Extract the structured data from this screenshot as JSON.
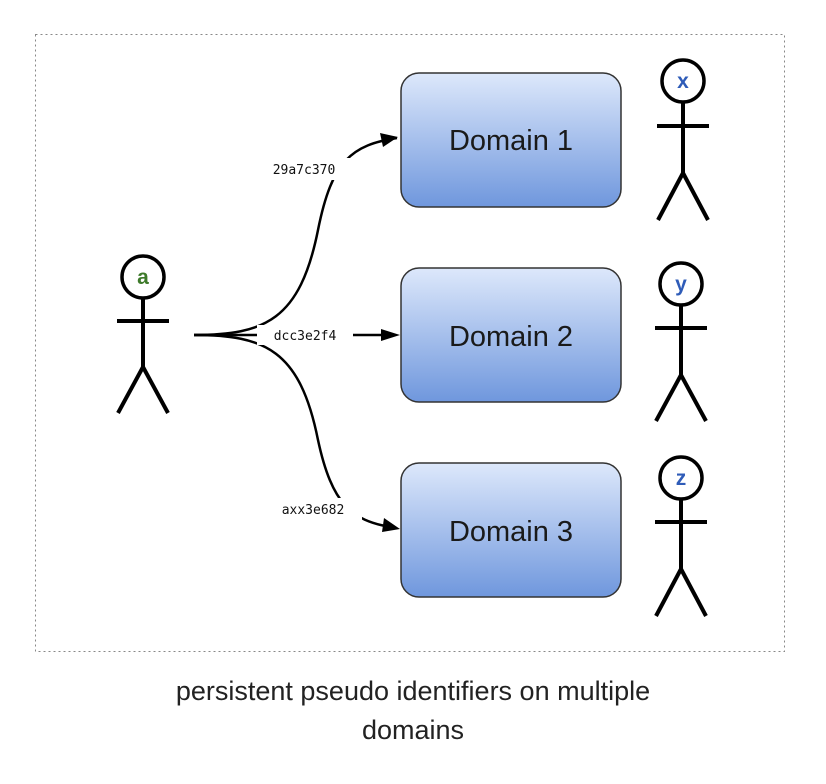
{
  "domains": [
    {
      "label": "Domain 1"
    },
    {
      "label": "Domain 2"
    },
    {
      "label": "Domain 3"
    }
  ],
  "identifiers": [
    "29a7c370",
    "dcc3e2f4",
    "axx3e682"
  ],
  "user": {
    "letter": "a",
    "color": "#3d7a2a"
  },
  "domain_users": [
    {
      "letter": "x",
      "color": "#2f5cb8"
    },
    {
      "letter": "y",
      "color": "#2f5cb8"
    },
    {
      "letter": "z",
      "color": "#2f5cb8"
    }
  ],
  "caption": {
    "line1": "persistent pseudo identifiers on multiple",
    "line2": "domains"
  },
  "colors": {
    "box_top": "#dde8fb",
    "box_bottom": "#6f97dd",
    "box_border": "#333333",
    "frame_border": "#888888"
  }
}
